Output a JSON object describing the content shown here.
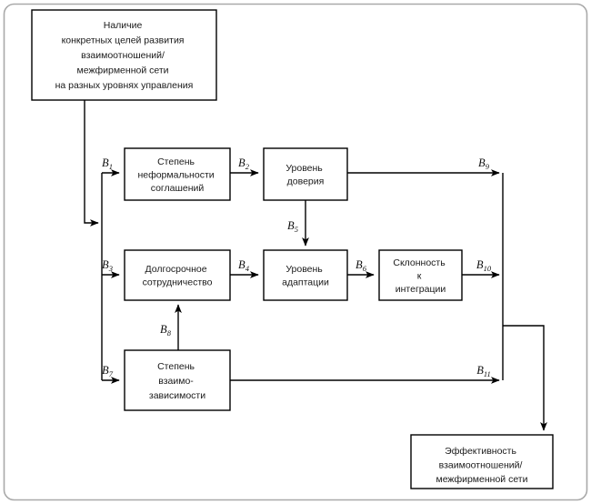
{
  "diagram": {
    "title": "",
    "nodes": [
      {
        "id": "goals",
        "name": "node-goals",
        "lines": [
          "Наличие",
          "конкретных целей развития",
          "взаимоотношений/",
          "межфирменной сети",
          "на разных уровнях управления"
        ]
      },
      {
        "id": "informality",
        "name": "node-informality",
        "lines": [
          "Степень",
          "неформальности",
          "соглашений"
        ]
      },
      {
        "id": "trust",
        "name": "node-trust",
        "lines": [
          "Уровень",
          "доверия"
        ]
      },
      {
        "id": "longterm",
        "name": "node-longterm-cooperation",
        "lines": [
          "Долгосрочное",
          "сотрудничество"
        ]
      },
      {
        "id": "adaptation",
        "name": "node-adaptation-level",
        "lines": [
          "Уровень",
          "адаптации"
        ]
      },
      {
        "id": "integration",
        "name": "node-integration-propensity",
        "lines": [
          "Склонность",
          "к",
          "интеграции"
        ]
      },
      {
        "id": "interdependence",
        "name": "node-interdependence",
        "lines": [
          "Степень",
          "взаимо-",
          "зависимости"
        ]
      },
      {
        "id": "effectiveness",
        "name": "node-effectiveness",
        "lines": [
          "Эффективность",
          "взаимоотношений/",
          "межфирменной сети"
        ]
      }
    ],
    "edge_labels": [
      {
        "id": "b1",
        "base": "B",
        "sub": "1",
        "from": "distributor-bus",
        "to": "informality"
      },
      {
        "id": "b2",
        "base": "B",
        "sub": "2",
        "from": "informality",
        "to": "trust"
      },
      {
        "id": "b3",
        "base": "B",
        "sub": "3",
        "from": "distributor-bus",
        "to": "longterm"
      },
      {
        "id": "b4",
        "base": "B",
        "sub": "4",
        "from": "longterm",
        "to": "adaptation"
      },
      {
        "id": "b5",
        "base": "B",
        "sub": "5",
        "from": "trust",
        "to": "adaptation"
      },
      {
        "id": "b6",
        "base": "B",
        "sub": "6",
        "from": "adaptation",
        "to": "integration"
      },
      {
        "id": "b7",
        "base": "B",
        "sub": "7",
        "from": "distributor-bus",
        "to": "interdependence"
      },
      {
        "id": "b8",
        "base": "B",
        "sub": "8",
        "from": "interdependence",
        "to": "longterm"
      },
      {
        "id": "b9",
        "base": "B",
        "sub": "9",
        "from": "trust",
        "to": "collector-bus"
      },
      {
        "id": "b10",
        "base": "B",
        "sub": "10",
        "from": "integration",
        "to": "collector-bus"
      },
      {
        "id": "b11",
        "base": "B",
        "sub": "11",
        "from": "interdependence",
        "to": "collector-bus"
      }
    ],
    "colors": {
      "frame": "#a9a9a9",
      "box_stroke": "#000000",
      "box_fill": "#ffffff",
      "edge_stroke": "#000000",
      "text": "#1a1a1a",
      "background": "#ffffff"
    }
  }
}
